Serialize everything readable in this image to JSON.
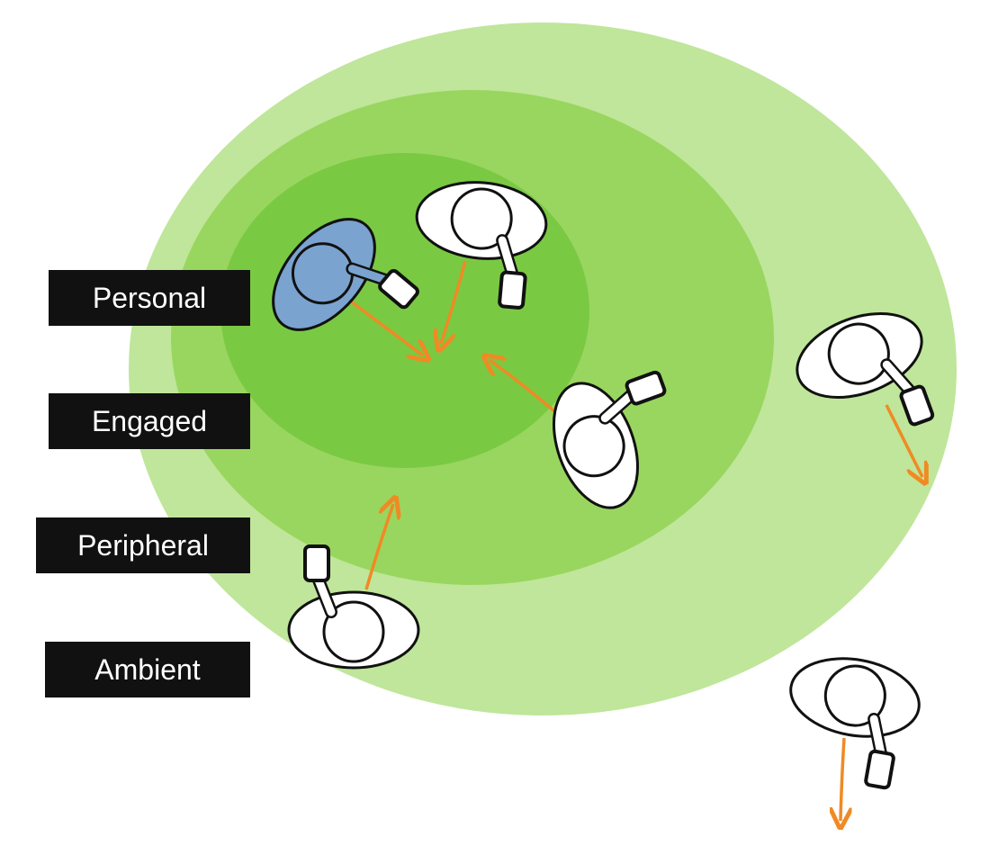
{
  "zones": {
    "personal": "Personal",
    "engaged": "Engaged",
    "peripheral": "Peripheral",
    "ambient": "Ambient"
  },
  "colors": {
    "ambient": "#bfe69a",
    "peripheral": "#99d65f",
    "engaged": "#7ac943",
    "focus_person": "#7ba3cf",
    "person": "#ffffff",
    "outline": "#111111",
    "arrow": "#f08a24",
    "label_bg": "#111111",
    "label_text": "#ffffff"
  }
}
